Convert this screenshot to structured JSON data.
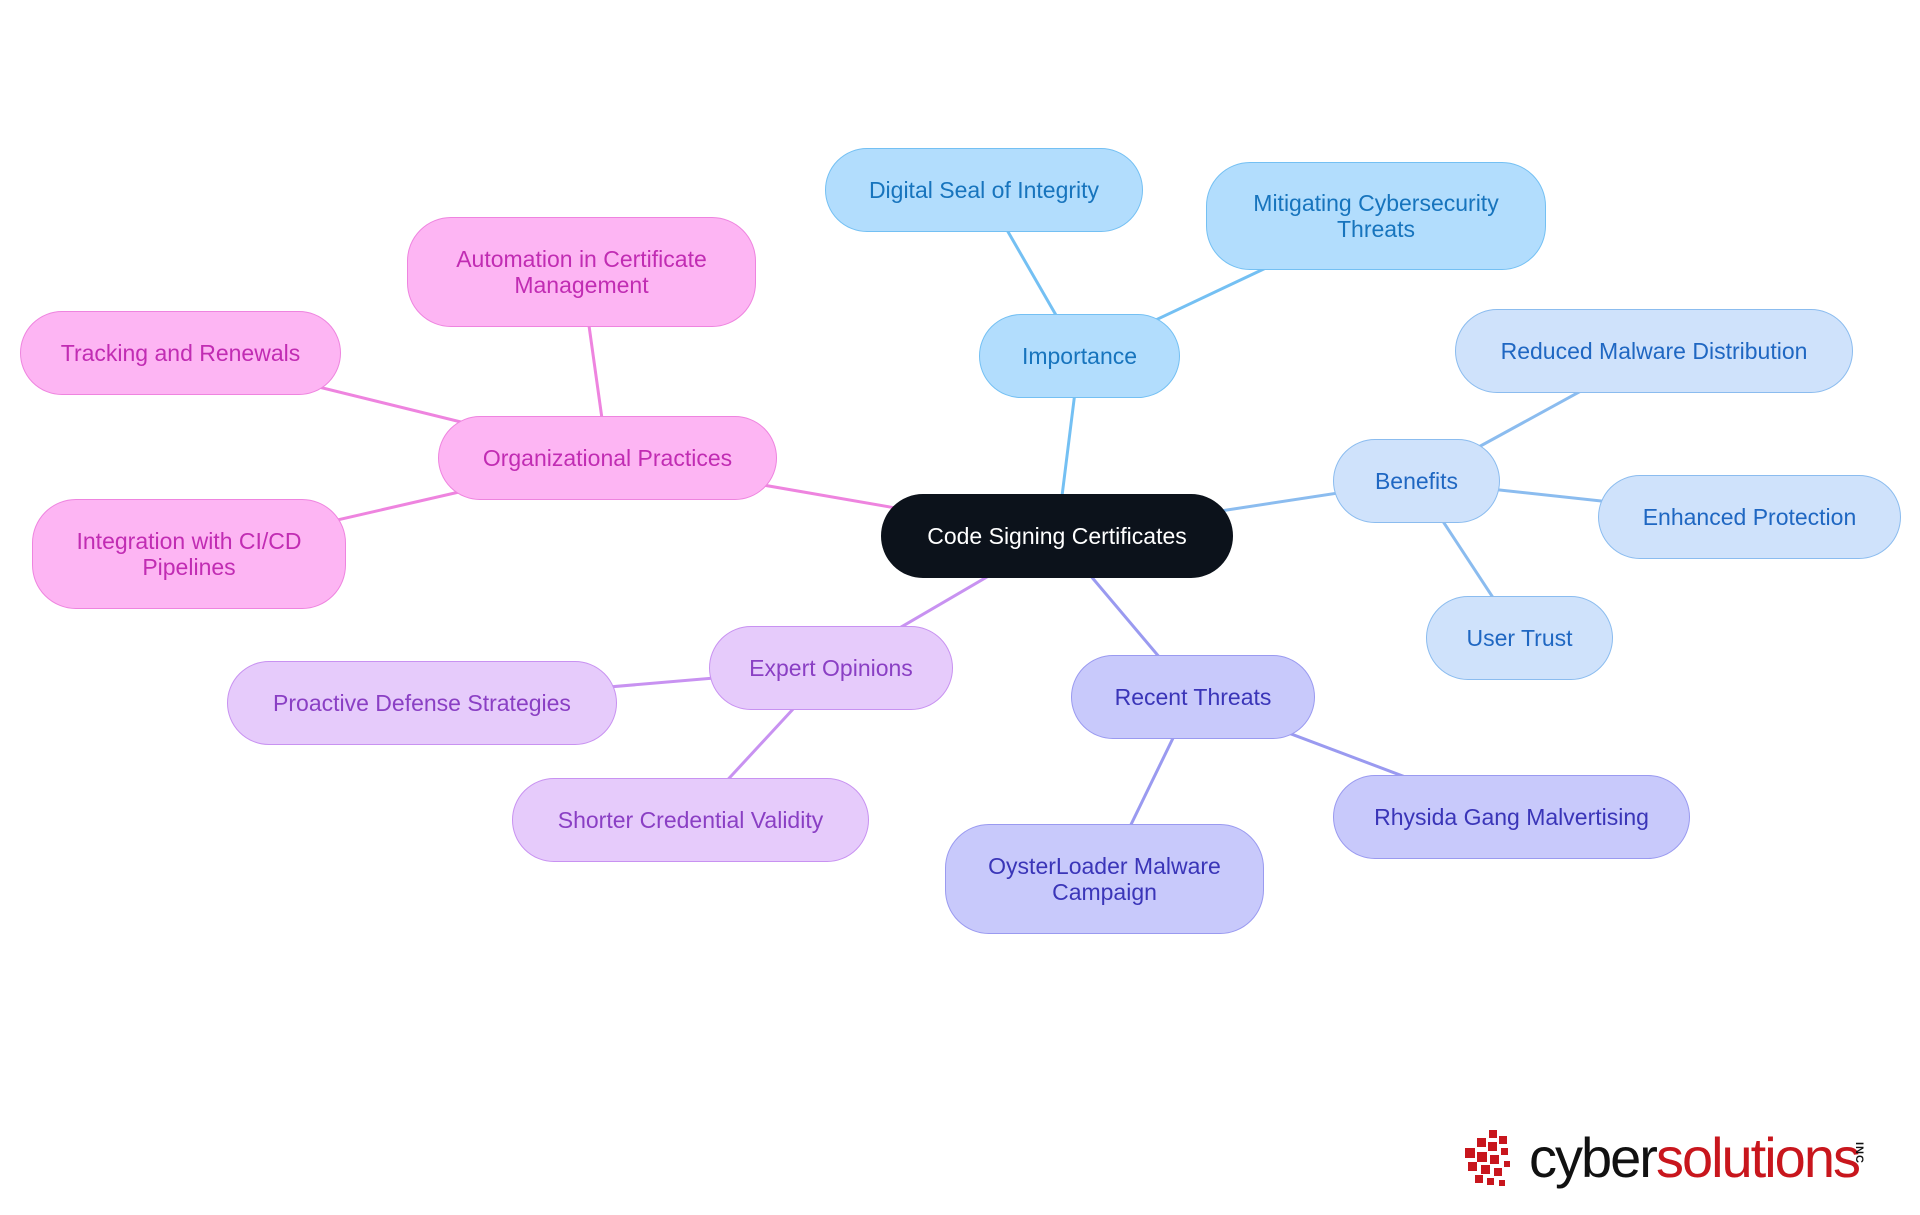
{
  "mindmap": {
    "root": {
      "label": "Code Signing Certificates"
    },
    "branches": [
      {
        "key": "importance",
        "label": "Importance",
        "color": "#74c0f3",
        "children": [
          {
            "key": "digital-seal",
            "label": "Digital Seal of Integrity"
          },
          {
            "key": "mitigating",
            "label": "Mitigating Cybersecurity\nThreats"
          }
        ]
      },
      {
        "key": "benefits",
        "label": "Benefits",
        "color": "#8bbcef",
        "children": [
          {
            "key": "reduced-malware",
            "label": "Reduced Malware Distribution"
          },
          {
            "key": "enhanced-protection",
            "label": "Enhanced Protection"
          },
          {
            "key": "user-trust",
            "label": "User Trust"
          }
        ]
      },
      {
        "key": "recent-threats",
        "label": "Recent Threats",
        "color": "#9a9af0",
        "children": [
          {
            "key": "rhysida",
            "label": "Rhysida Gang Malvertising"
          },
          {
            "key": "oysterloader",
            "label": "OysterLoader Malware\nCampaign"
          }
        ]
      },
      {
        "key": "expert-opinions",
        "label": "Expert Opinions",
        "color": "#c892f1",
        "children": [
          {
            "key": "proactive-defense",
            "label": "Proactive Defense Strategies"
          },
          {
            "key": "shorter-validity",
            "label": "Shorter Credential Validity"
          }
        ]
      },
      {
        "key": "org-practices",
        "label": "Organizational Practices",
        "color": "#ee84df",
        "children": [
          {
            "key": "automation",
            "label": "Automation in Certificate\nManagement"
          },
          {
            "key": "tracking",
            "label": "Tracking and Renewals"
          },
          {
            "key": "cicd",
            "label": "Integration with CI/CD\nPipelines"
          }
        ]
      }
    ]
  },
  "logo": {
    "word_part1": "cyber",
    "word_part2": "solutions",
    "suffix": "INC",
    "colors": {
      "dark": "#111111",
      "red": "#c8161d"
    }
  }
}
